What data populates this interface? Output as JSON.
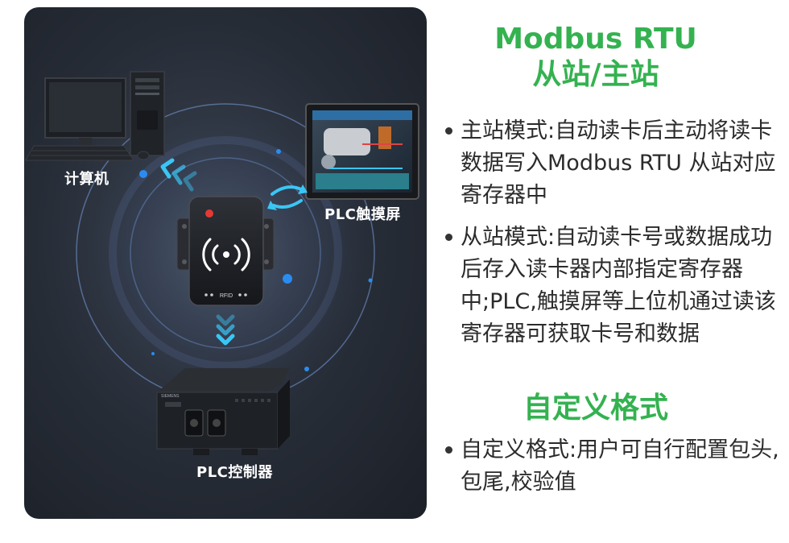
{
  "diagram": {
    "labels": {
      "computer": "计算机",
      "hmi": "PLC触摸屏",
      "plc": "PLC控制器",
      "reader_tag": "RFID",
      "plc_brand": "SIEMENS"
    },
    "colors": {
      "accent_blue": "#2a8cf0",
      "arrow_cyan": "#3ac6f5",
      "panel_bg": "#262c36"
    }
  },
  "content": {
    "title_line1": "Modbus RTU",
    "title_line2": "从站/主站",
    "master_mode": "主站模式:自动读卡后主动将读卡数据写入Modbus RTU 从站对应寄存器中",
    "slave_mode": "从站模式:自动读卡号或数据成功后存入读卡器内部指定寄存器中;PLC,触摸屏等上位机通过读该寄存器可获取卡号和数据",
    "custom_title": "自定义格式",
    "custom_mode": "自定义格式:用户可自行配置包头,包尾,校验值",
    "accent_color": "#34b250"
  }
}
